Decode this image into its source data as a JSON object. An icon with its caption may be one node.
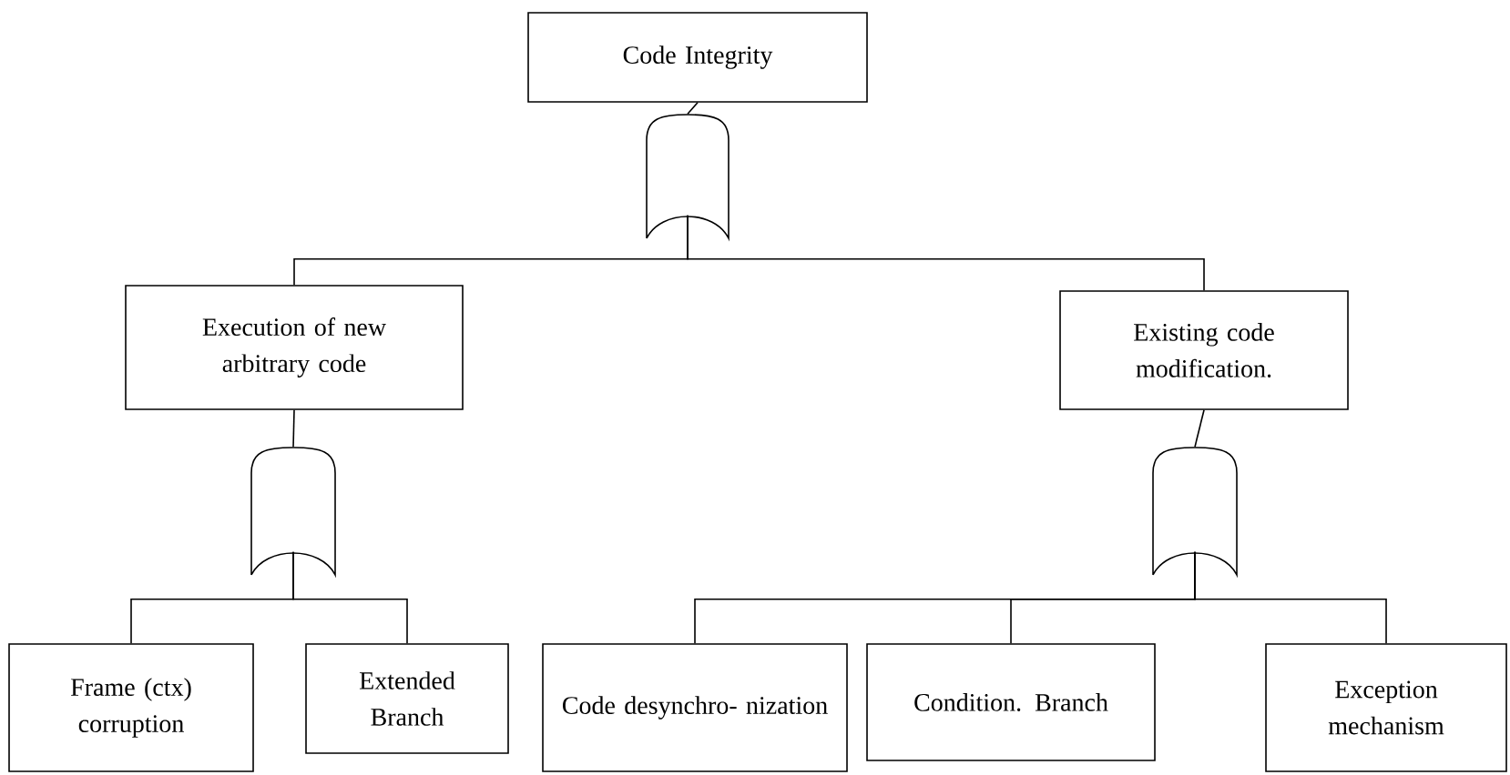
{
  "diagram": {
    "nodes": [
      {
        "text": [
          "Code Integrity"
        ]
      },
      {
        "text": [],
        "shape": "gate"
      },
      {
        "text": [
          "Execution of new arbitrary code"
        ]
      },
      {
        "text": [
          "Existing code modification."
        ]
      },
      {
        "text": [],
        "shape": "gate"
      },
      {
        "text": [],
        "shape": "gate"
      },
      {
        "text": [
          "Frame (ctx) corruption"
        ]
      },
      {
        "text": [
          "Extended Branch"
        ]
      },
      {
        "text": [
          "Code desynchro- nization"
        ]
      },
      {
        "text": [
          "Condition. Branch"
        ]
      },
      {
        "text": [
          "Exception mechanism"
        ]
      }
    ],
    "edges": [
      {
        "from": 0,
        "to": 1,
        "arrow": "none"
      },
      {
        "from": 1,
        "to": 2,
        "arrow": "none"
      },
      {
        "from": 1,
        "to": 3,
        "arrow": "none"
      },
      {
        "from": 2,
        "to": 4,
        "arrow": "none"
      },
      {
        "from": 3,
        "to": 5,
        "arrow": "none"
      },
      {
        "from": 4,
        "to": 6,
        "arrow": "none"
      },
      {
        "from": 4,
        "to": 7,
        "arrow": "none"
      },
      {
        "from": 5,
        "to": 8,
        "arrow": "none"
      },
      {
        "from": 5,
        "to": 9,
        "arrow": "none"
      },
      {
        "from": 5,
        "to": 10,
        "arrow": "none"
      }
    ]
  }
}
